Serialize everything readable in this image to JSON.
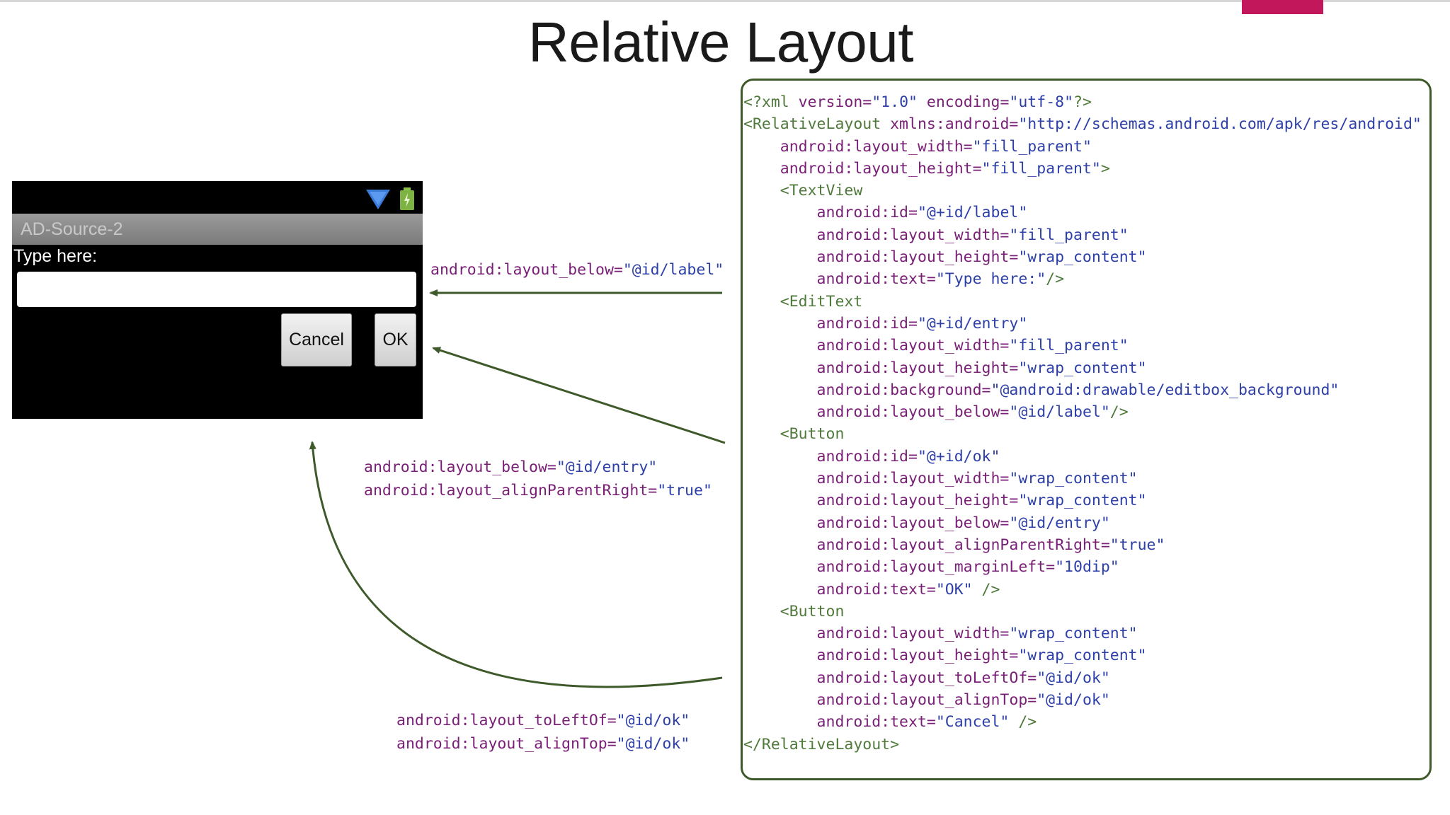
{
  "slide": {
    "title": "Relative Layout",
    "accent_color": "#c2185b"
  },
  "phone": {
    "status_icons": [
      "wifi-icon",
      "battery-icon"
    ],
    "app_title": "AD-Source-2",
    "label_text": "Type here:",
    "entry_value": "",
    "buttons": {
      "cancel": "Cancel",
      "ok": "OK"
    }
  },
  "code": {
    "lines": [
      [
        {
          "t": "<?xml ",
          "c": "tag"
        },
        {
          "t": "version=",
          "c": "attr"
        },
        {
          "t": "\"1.0\"",
          "c": "val"
        },
        {
          "t": " encoding=",
          "c": "attr"
        },
        {
          "t": "\"utf-8\"",
          "c": "val"
        },
        {
          "t": "?>",
          "c": "tag"
        }
      ],
      [
        {
          "t": "<RelativeLayout ",
          "c": "tag"
        },
        {
          "t": "xmlns:android=",
          "c": "attr"
        },
        {
          "t": "\"http://schemas.android.com/apk/res/android\"",
          "c": "val"
        }
      ],
      [
        {
          "t": "    android:layout_width=",
          "c": "attr"
        },
        {
          "t": "\"fill_parent\"",
          "c": "val"
        }
      ],
      [
        {
          "t": "    android:layout_height=",
          "c": "attr"
        },
        {
          "t": "\"fill_parent\"",
          "c": "val"
        },
        {
          "t": ">",
          "c": "tag"
        }
      ],
      [
        {
          "t": "    <TextView",
          "c": "tag"
        }
      ],
      [
        {
          "t": "        android:id=",
          "c": "attr"
        },
        {
          "t": "\"@+id/label\"",
          "c": "val"
        }
      ],
      [
        {
          "t": "        android:layout_width=",
          "c": "attr"
        },
        {
          "t": "\"fill_parent\"",
          "c": "val"
        }
      ],
      [
        {
          "t": "        android:layout_height=",
          "c": "attr"
        },
        {
          "t": "\"wrap_content\"",
          "c": "val"
        }
      ],
      [
        {
          "t": "        android:text=",
          "c": "attr"
        },
        {
          "t": "\"Type here:\"",
          "c": "val"
        },
        {
          "t": "/>",
          "c": "tag"
        }
      ],
      [
        {
          "t": "    <EditText",
          "c": "tag"
        }
      ],
      [
        {
          "t": "        android:id=",
          "c": "attr"
        },
        {
          "t": "\"@+id/entry\"",
          "c": "val"
        }
      ],
      [
        {
          "t": "        android:layout_width=",
          "c": "attr"
        },
        {
          "t": "\"fill_parent\"",
          "c": "val"
        }
      ],
      [
        {
          "t": "        android:layout_height=",
          "c": "attr"
        },
        {
          "t": "\"wrap_content\"",
          "c": "val"
        }
      ],
      [
        {
          "t": "        android:background=",
          "c": "attr"
        },
        {
          "t": "\"@android:drawable/editbox_background\"",
          "c": "val"
        }
      ],
      [
        {
          "t": "        android:layout_below=",
          "c": "attr"
        },
        {
          "t": "\"@id/label\"",
          "c": "val"
        },
        {
          "t": "/>",
          "c": "tag"
        }
      ],
      [
        {
          "t": "    <Button",
          "c": "tag"
        }
      ],
      [
        {
          "t": "        android:id=",
          "c": "attr"
        },
        {
          "t": "\"@+id/ok\"",
          "c": "val"
        }
      ],
      [
        {
          "t": "        android:layout_width=",
          "c": "attr"
        },
        {
          "t": "\"wrap_content\"",
          "c": "val"
        }
      ],
      [
        {
          "t": "        android:layout_height=",
          "c": "attr"
        },
        {
          "t": "\"wrap_content\"",
          "c": "val"
        }
      ],
      [
        {
          "t": "        android:layout_below=",
          "c": "attr"
        },
        {
          "t": "\"@id/entry\"",
          "c": "val"
        }
      ],
      [
        {
          "t": "        android:layout_alignParentRight=",
          "c": "attr"
        },
        {
          "t": "\"true\"",
          "c": "val"
        }
      ],
      [
        {
          "t": "        android:layout_marginLeft=",
          "c": "attr"
        },
        {
          "t": "\"10dip\"",
          "c": "val"
        }
      ],
      [
        {
          "t": "        android:text=",
          "c": "attr"
        },
        {
          "t": "\"OK\"",
          "c": "val"
        },
        {
          "t": " />",
          "c": "tag"
        }
      ],
      [
        {
          "t": "    <Button",
          "c": "tag"
        }
      ],
      [
        {
          "t": "        android:layout_width=",
          "c": "attr"
        },
        {
          "t": "\"wrap_content\"",
          "c": "val"
        }
      ],
      [
        {
          "t": "        android:layout_height=",
          "c": "attr"
        },
        {
          "t": "\"wrap_content\"",
          "c": "val"
        }
      ],
      [
        {
          "t": "        android:layout_toLeftOf=",
          "c": "attr"
        },
        {
          "t": "\"@id/ok\"",
          "c": "val"
        }
      ],
      [
        {
          "t": "        android:layout_alignTop=",
          "c": "attr"
        },
        {
          "t": "\"@id/ok\"",
          "c": "val"
        }
      ],
      [
        {
          "t": "        android:text=",
          "c": "attr"
        },
        {
          "t": "\"Cancel\"",
          "c": "val"
        },
        {
          "t": " />",
          "c": "tag"
        }
      ],
      [
        {
          "t": "</RelativeLayout>",
          "c": "tag"
        }
      ]
    ]
  },
  "annotations": {
    "label_below": {
      "attr": "android:layout_below=",
      "value": "\"@id/label\""
    },
    "ok_below": {
      "attr": "android:layout_below=",
      "value": "\"@id/entry\""
    },
    "ok_align_right": {
      "attr": "android:layout_alignParentRight=",
      "value": "\"true\""
    },
    "cancel_left_of": {
      "attr": "android:layout_toLeftOf=",
      "value": "\"@id/ok\""
    },
    "cancel_align_top": {
      "attr": "android:layout_alignTop=",
      "value": "\"@id/ok\""
    }
  },
  "colors": {
    "tag": "#4f7a3b",
    "attr": "#7a1f77",
    "value": "#2d3fa8",
    "arrow": "#3f5a2a",
    "panel_border": "#3f5a2a"
  }
}
